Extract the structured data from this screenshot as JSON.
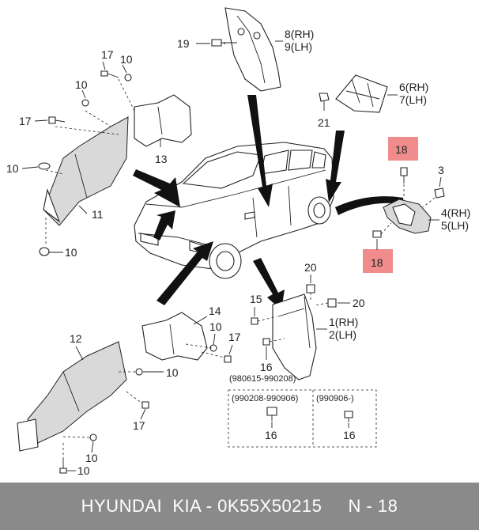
{
  "callouts": {
    "c19": "19",
    "c8rh": "8(RH)",
    "c9lh": "9(LH)",
    "c17a": "17",
    "c10a": "10",
    "c10b": "10",
    "c17b": "17",
    "c13": "13",
    "c10c": "10",
    "c11": "11",
    "c10d": "10",
    "c6rh": "6(RH)",
    "c7lh": "7(LH)",
    "c21": "21",
    "c18top": "18",
    "c3": "3",
    "c4rh": "4(RH)",
    "c5lh": "5(LH)",
    "c18bot": "18",
    "c20a": "20",
    "c15": "15",
    "c20b": "20",
    "c1rh": "1(RH)",
    "c2lh": "2(LH)",
    "c16a": "16",
    "c14": "14",
    "c10e": "10",
    "c17c": "17",
    "c12": "12",
    "c10f": "10",
    "c17d": "17",
    "c10g": "10",
    "c10h": "10",
    "c16b": "16",
    "c16c": "16"
  },
  "date_ranges": {
    "r1": "(980615-990208)",
    "r2": "(990208-990906)",
    "r3": "(990906-)"
  },
  "highlight_color": "#f08c8c",
  "footer": {
    "text": "HYUNDAI  KIA - 0K55X50215     N - 18"
  }
}
